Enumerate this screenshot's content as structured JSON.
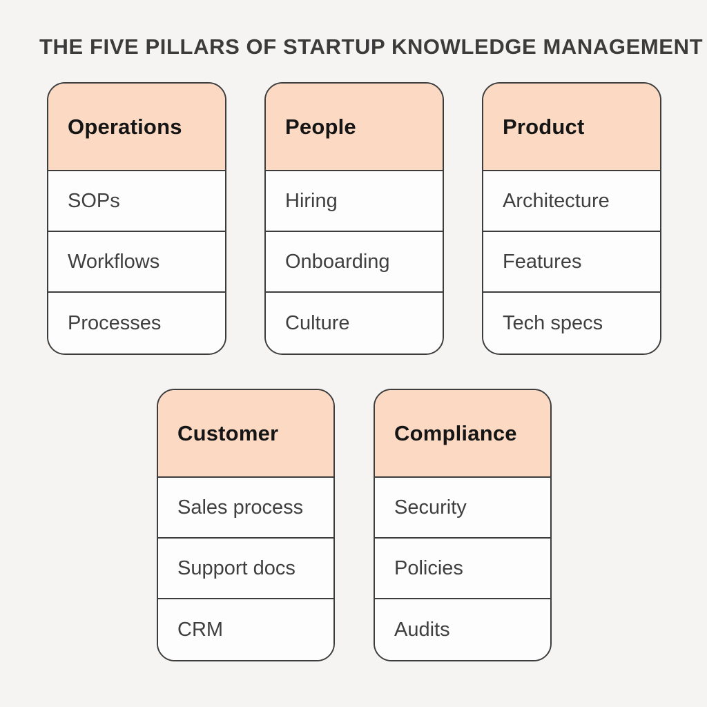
{
  "title": "THE FIVE PILLARS OF STARTUP KNOWLEDGE MANAGEMENT",
  "colors": {
    "page_background": "#f6f4f2",
    "card_header_fill": "#fbd9c3",
    "card_fill": "#ffffff",
    "border": "#3c3c3c",
    "title_text": "#3b3b3b",
    "header_text": "#151515",
    "item_text": "#3f3f3f"
  },
  "rows": [
    {
      "cards": [
        {
          "header": "Operations",
          "items": [
            "SOPs",
            "Workflows",
            "Processes"
          ]
        },
        {
          "header": "People",
          "items": [
            "Hiring",
            "Onboarding",
            "Culture"
          ]
        },
        {
          "header": "Product",
          "items": [
            "Architecture",
            "Features",
            "Tech specs"
          ]
        }
      ]
    },
    {
      "cards": [
        {
          "header": "Customer",
          "items": [
            "Sales process",
            "Support docs",
            "CRM"
          ]
        },
        {
          "header": "Compliance",
          "items": [
            "Security",
            "Policies",
            "Audits"
          ]
        }
      ]
    }
  ]
}
